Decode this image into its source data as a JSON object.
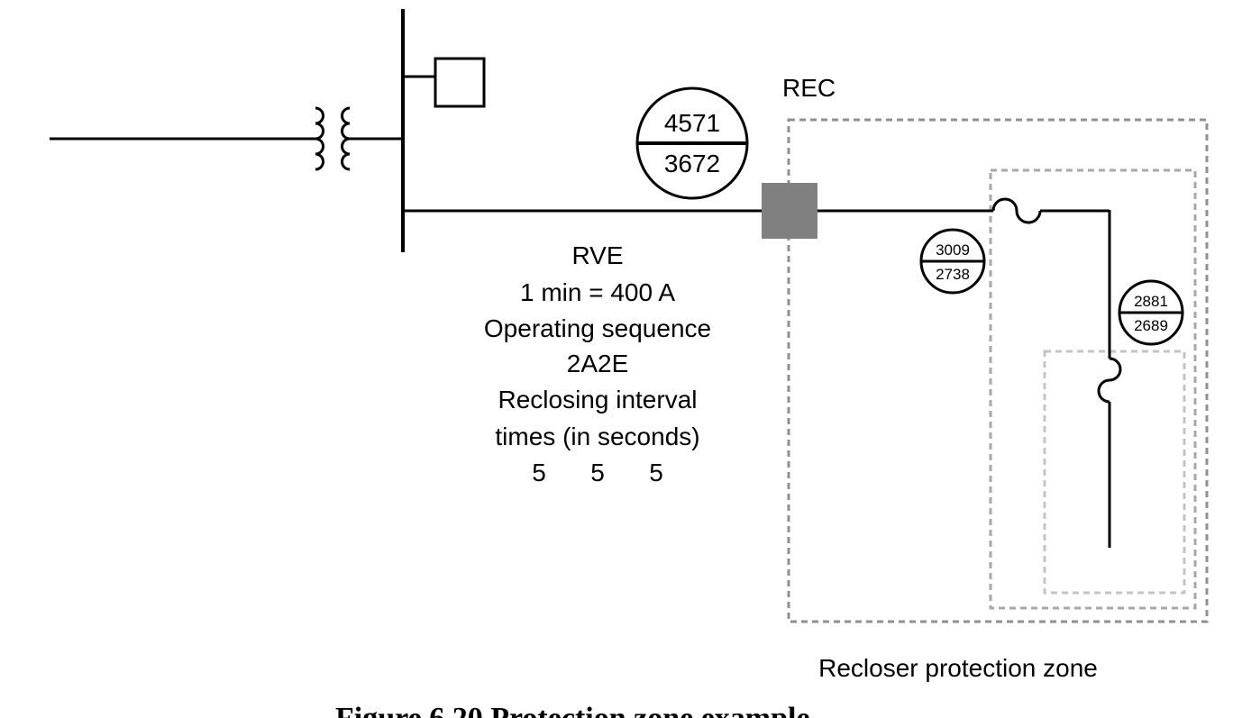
{
  "colors": {
    "line": "#000000",
    "recloser": "#808080",
    "zone_outer": "#909090",
    "zone_middle": "#a8a8a8",
    "zone_inner": "#c4c4c4"
  },
  "labels": {
    "rec": "REC",
    "zone": "Recloser protection zone"
  },
  "rve": {
    "title": "RVE",
    "rating": "1 min = 400 A",
    "seq_label": "Operating sequence",
    "seq_value": "2A2E",
    "interval_label": "Reclosing interval",
    "interval_unit": "times (in seconds)",
    "t1": "5",
    "t2": "5",
    "t3": "5"
  },
  "fault_currents": {
    "main": {
      "top": "4571",
      "bottom": "3672"
    },
    "tap1": {
      "top": "3009",
      "bottom": "2738"
    },
    "tap2": {
      "top": "2881",
      "bottom": "2689"
    }
  },
  "caption": "Figure 6.20 Protection zone example"
}
